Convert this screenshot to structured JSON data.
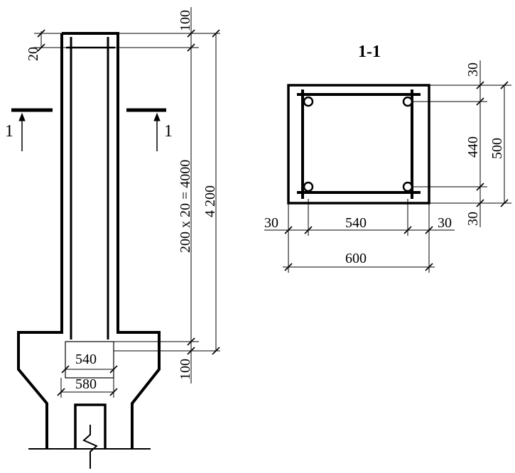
{
  "section_mark": "1",
  "section_title": "1-1",
  "elevation": {
    "dim_top_flange": "20",
    "dim_top_gap": "100",
    "dim_bottom_gap": "100",
    "dim_rebar_spacing": "200 x 20 = 4000",
    "dim_total_height": "4 200",
    "dim_inner_width": "540",
    "dim_outer_width": "580"
  },
  "section": {
    "dim_top_cover": "30",
    "dim_bottom_cover": "30",
    "dim_inner_height": "440",
    "dim_outer_height": "500",
    "dim_left_cover": "30",
    "dim_right_cover": "30",
    "dim_inner_width": "540",
    "dim_outer_width": "600"
  }
}
